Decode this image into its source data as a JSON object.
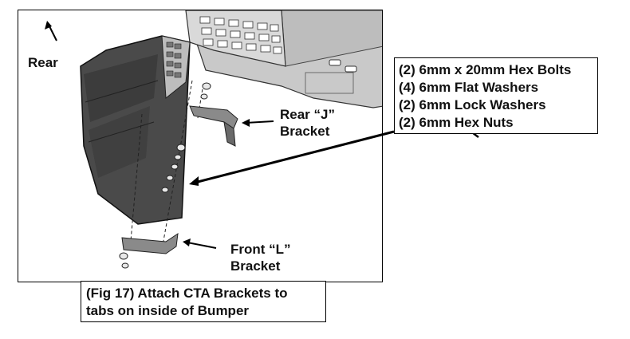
{
  "figure": {
    "labels": {
      "rear": "Rear",
      "rear_j_line1": "Rear “J”",
      "rear_j_line2": "Bracket",
      "front_l_line1": "Front “L”",
      "front_l_line2": "Bracket"
    },
    "hardware": [
      "(2) 6mm x 20mm Hex Bolts",
      "(4) 6mm Flat Washers",
      "(2) 6mm Lock Washers",
      "(2) 6mm Hex Nuts"
    ],
    "caption_line1": "(Fig 17) Attach CTA Brackets to",
    "caption_line2": "tabs on inside of Bumper"
  }
}
